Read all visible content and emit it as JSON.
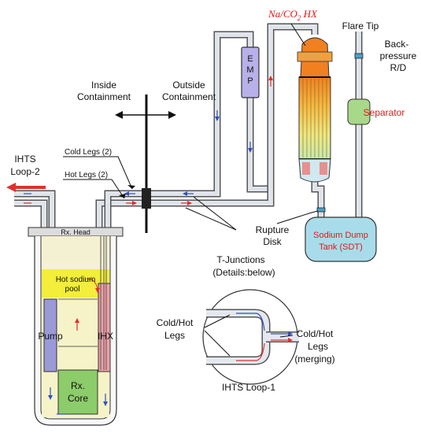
{
  "labels": {
    "hx_title": "Na/CO",
    "hx_sub": "2",
    "hx_suffix": " HX",
    "flare_tip": "Flare Tip",
    "back_pressure_1": "Back-",
    "back_pressure_2": "pressure",
    "back_pressure_3": "R/D",
    "separator": "Separator",
    "emp": [
      "E",
      "M",
      "P"
    ],
    "inside_1": "Inside",
    "inside_2": "Containment",
    "outside_1": "Outside",
    "outside_2": "Containment",
    "ihts2_1": "IHTS",
    "ihts2_2": "Loop-2",
    "cold_legs": "Cold Legs (2)",
    "hot_legs": "Hot Legs (2)",
    "rx_head": "Rx. Head",
    "hot_pool_1": "Hot sodium",
    "hot_pool_2": "pool",
    "pump": "Pump",
    "ihx": "IHX",
    "core_1": "Rx.",
    "core_2": "Core",
    "rupture_1": "Rupture",
    "rupture_2": "Disk",
    "sdt_1": "Sodium Dump",
    "sdt_2": "Tank (SDT)",
    "tjunc_1": "T-Junctions",
    "tjunc_2": "(Details:below)",
    "cold_hot_1": "Cold/Hot",
    "cold_hot_2": "Legs",
    "merge_1": "Cold/Hot",
    "merge_2": "Legs",
    "merge_3": "(merging)",
    "ihts1": "IHTS Loop-1"
  },
  "colors": {
    "red_text": "#e01818",
    "arrow_red": "#e03030",
    "arrow_blue": "#3050c0",
    "hot_pool": "#f2ee3a",
    "pump": "#9a9ad8",
    "ihx": "#f0a0a8",
    "core": "#8ccc6a",
    "separator": "#a8d88a",
    "sdt": "#a8dcea",
    "emp": "#b8b0e8",
    "pipe": "#c8d0d8"
  }
}
